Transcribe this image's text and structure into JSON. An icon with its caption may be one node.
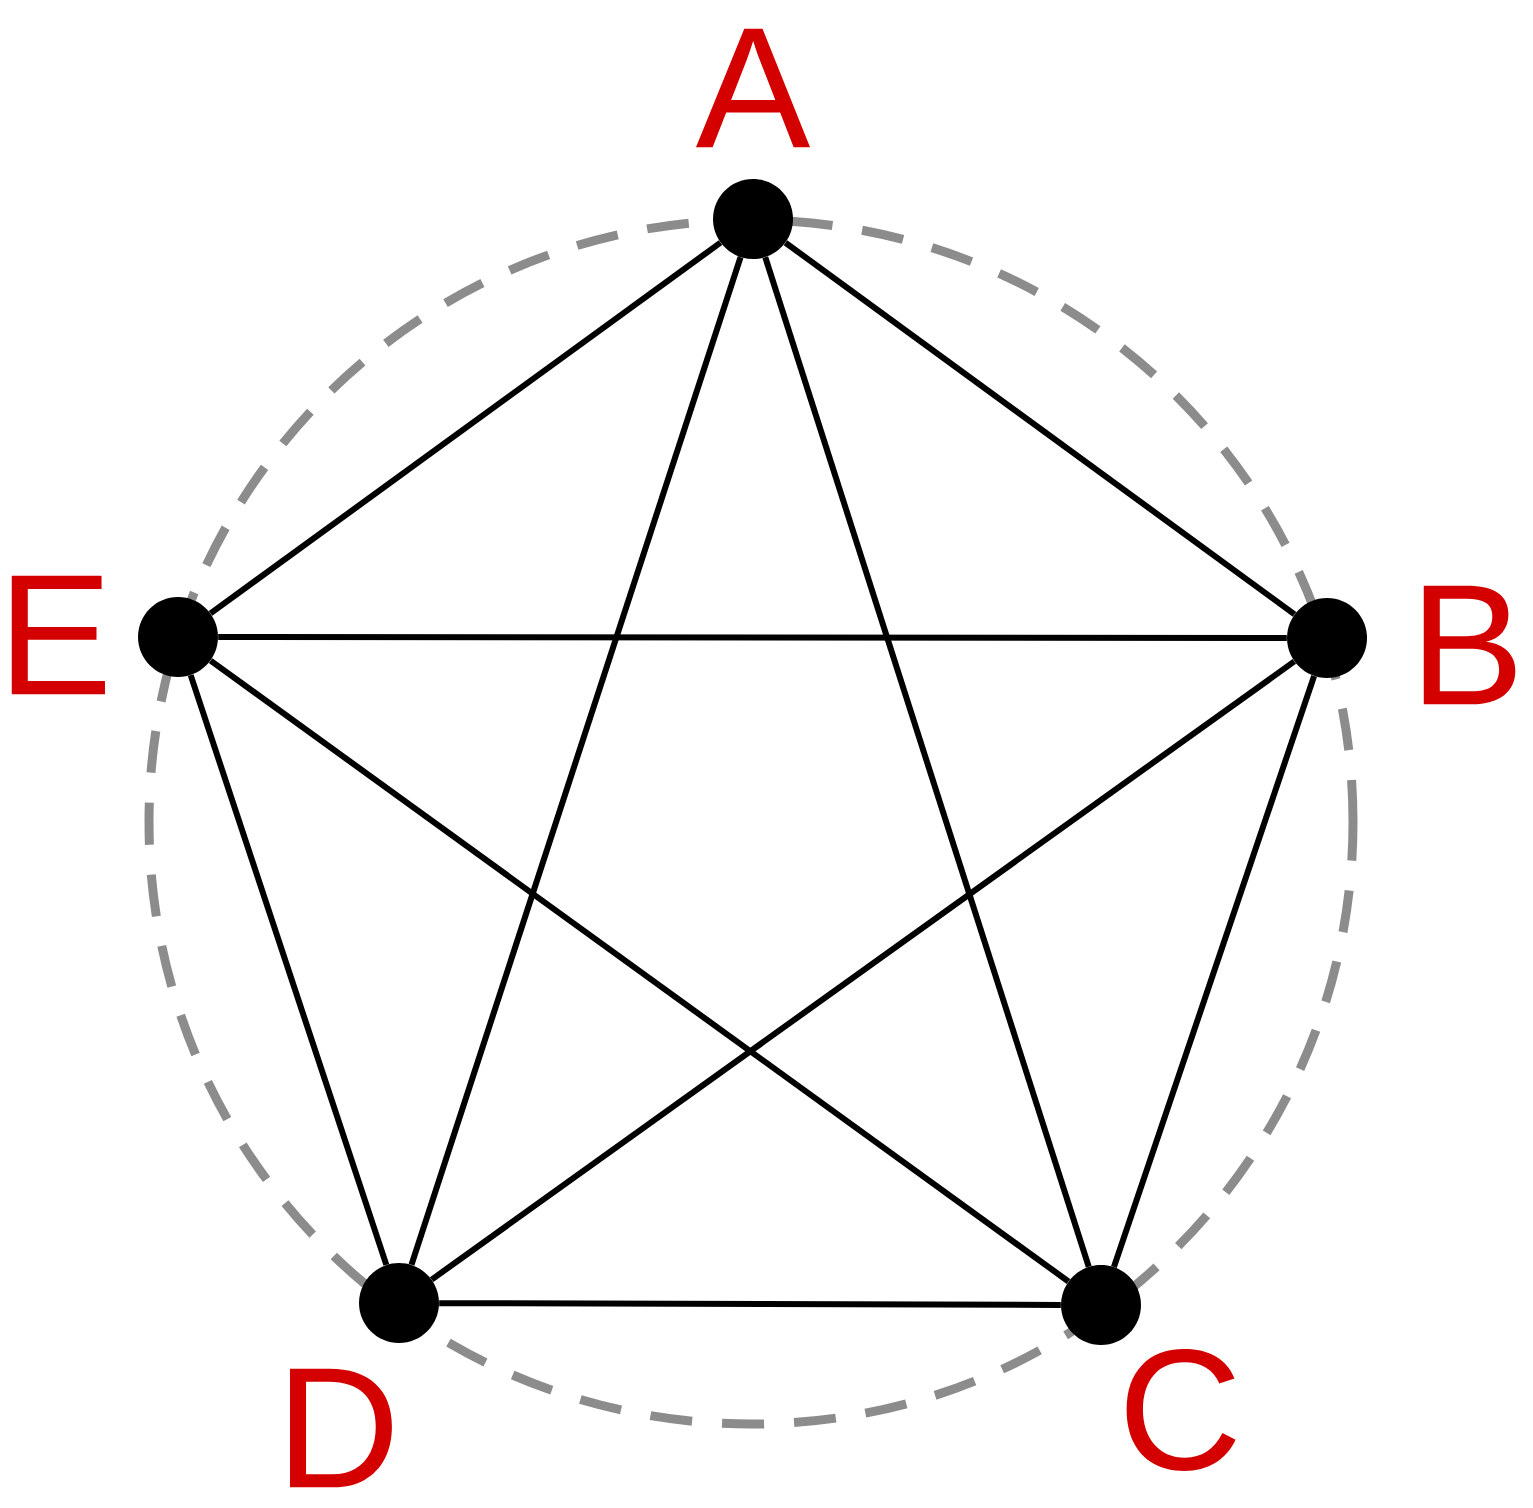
{
  "diagram": {
    "nodes": [
      {
        "text": [],
        "shape": "circle",
        "beside": [
          "A"
        ]
      },
      {
        "text": [],
        "shape": "circle",
        "beside": [
          "E"
        ]
      },
      {
        "text": [],
        "shape": "circle",
        "beside": [
          "B"
        ]
      },
      {
        "text": [],
        "shape": "circle",
        "beside": [
          "D"
        ]
      },
      {
        "text": [],
        "shape": "circle",
        "beside": [
          "C"
        ]
      }
    ],
    "edges": [
      {
        "from": 0,
        "to": 1,
        "arrow": "none"
      },
      {
        "from": 0,
        "to": 2,
        "arrow": "none"
      },
      {
        "from": 0,
        "to": 3,
        "arrow": "none"
      },
      {
        "from": 0,
        "to": 4,
        "arrow": "none"
      },
      {
        "from": 1,
        "to": 2,
        "arrow": "none"
      },
      {
        "from": 1,
        "to": 3,
        "arrow": "none"
      },
      {
        "from": 1,
        "to": 4,
        "arrow": "none"
      },
      {
        "from": 2,
        "to": 3,
        "arrow": "none"
      },
      {
        "from": 2,
        "to": 4,
        "arrow": "none"
      },
      {
        "from": 3,
        "to": 4,
        "arrow": "none"
      }
    ]
  }
}
